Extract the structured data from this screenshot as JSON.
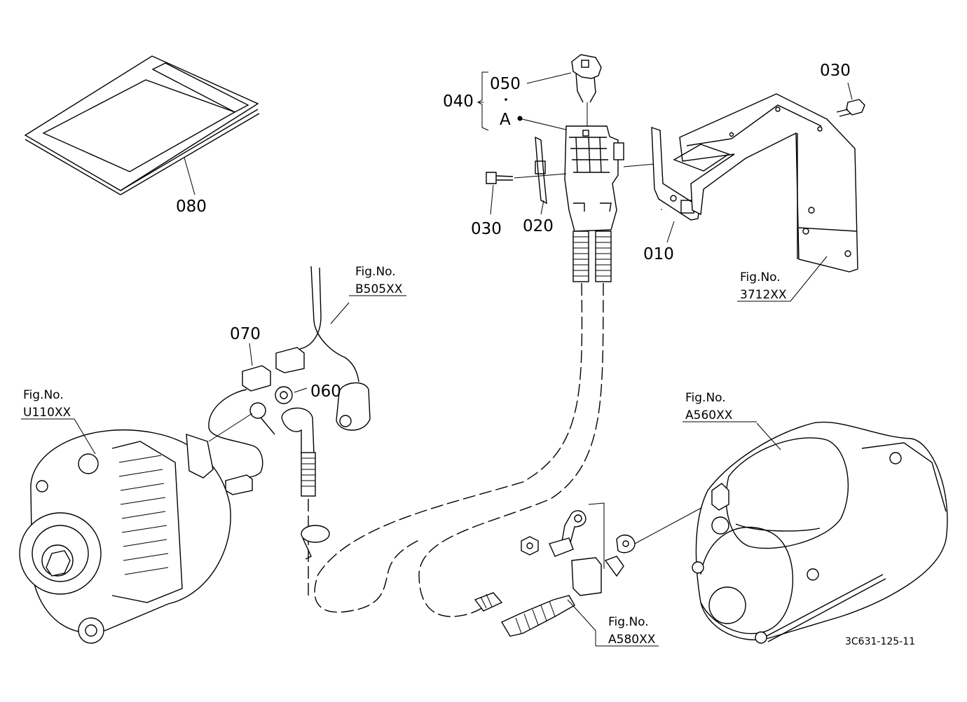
{
  "parts": {
    "p080": "080",
    "p070": "070",
    "p060": "060",
    "p050": "050",
    "p040": "040",
    "pA": "A",
    "p030_left": "030",
    "p020": "020",
    "p010": "010",
    "p030_right": "030"
  },
  "figures": {
    "b505": {
      "prefix": "Fig.No.",
      "code": "B505XX"
    },
    "u110": {
      "prefix": "Fig.No.",
      "code": "U110XX"
    },
    "f3712": {
      "prefix": "Fig.No.",
      "code": "3712XX"
    },
    "a560": {
      "prefix": "Fig.No.",
      "code": "A560XX"
    },
    "a580": {
      "prefix": "Fig.No.",
      "code": "A580XX"
    }
  },
  "drawing_code": "3C631-125-11"
}
